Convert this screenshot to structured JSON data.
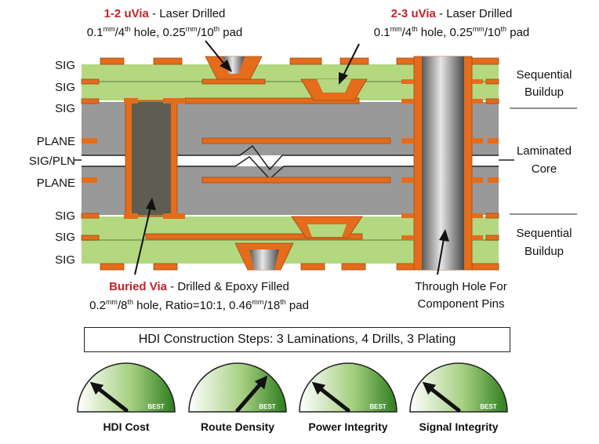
{
  "callouts": {
    "uvia12": {
      "title": "1-2 uVia",
      "suffix": " - Laser Drilled",
      "spec_a": "0.1",
      "spec_a_unit": "mm",
      "spec_b": "/4",
      "spec_b_ord": "th",
      "spec_c": " hole, 0.25",
      "spec_c_unit": "mm",
      "spec_d": "/10",
      "spec_d_ord": "th",
      "spec_e": " pad"
    },
    "uvia23": {
      "title": "2-3 uVia",
      "suffix": " - Laser Drilled",
      "spec_a": "0.1",
      "spec_a_unit": "mm",
      "spec_b": "/4",
      "spec_b_ord": "th",
      "spec_c": " hole, 0.25",
      "spec_c_unit": "mm",
      "spec_d": "/10",
      "spec_d_ord": "th",
      "spec_e": " pad"
    },
    "buried": {
      "title": "Buried Via",
      "suffix": " - Drilled & Epoxy Filled",
      "spec_a": "0.2",
      "spec_a_unit": "mm",
      "spec_b": "/8",
      "spec_b_ord": "th",
      "spec_c": " hole, Ratio=10:1, 0.46",
      "spec_c_unit": "mm",
      "spec_d": "/18",
      "spec_d_ord": "th",
      "spec_e": " pad"
    },
    "through": {
      "line1": "Through Hole For",
      "line2": "Component Pins"
    }
  },
  "layer_labels": [
    "SIG",
    "SIG",
    "SIG",
    "PLANE",
    "SIG/PLN",
    "PLANE",
    "SIG",
    "SIG",
    "SIG"
  ],
  "sections": {
    "top": {
      "line1": "Sequential",
      "line2": "Buildup"
    },
    "core": {
      "line1": "Laminated",
      "line2": "Core"
    },
    "bottom": {
      "line1": "Sequential",
      "line2": "Buildup"
    }
  },
  "summary": "HDI Construction Steps:  3 Laminations, 4 Drills, 3 Plating",
  "gauges": [
    {
      "label": "HDI Cost",
      "badge": "BEST",
      "level": 0.22
    },
    {
      "label": "Route Density",
      "badge": "BEST",
      "level": 0.72
    },
    {
      "label": "Power Integrity",
      "badge": "BEST",
      "level": 0.22
    },
    {
      "label": "Signal Integrity",
      "badge": "BEST",
      "level": 0.22
    }
  ],
  "colors": {
    "prepreg": "#b3d880",
    "core": "#999999",
    "copper": "#e46c1b",
    "copper_edge": "#a04a10",
    "buried_fill": "#5f5d52",
    "gauge_dark": "#2e7d1e",
    "label_red": "#c3222a"
  }
}
